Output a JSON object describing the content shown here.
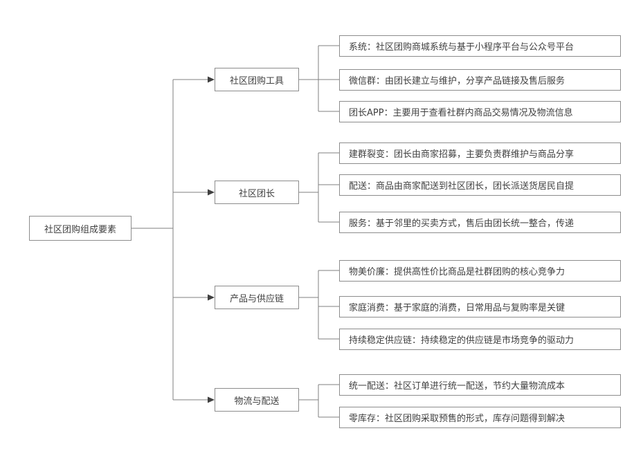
{
  "diagram": {
    "type": "mindmap-tree",
    "root": {
      "label": "社区团购组成要素"
    },
    "branches": [
      {
        "label": "社区团购工具",
        "children": [
          {
            "text": "系统：社区团购商城系统与基于小程序平台与公众号平台"
          },
          {
            "text": "微信群：由团长建立与维护，分享产品链接及售后服务"
          },
          {
            "text": "团长APP：主要用于查看社群内商品交易情况及物流信息"
          }
        ]
      },
      {
        "label": "社区团长",
        "children": [
          {
            "text": "建群裂变：团长由商家招募，主要负责群维护与商品分享"
          },
          {
            "text": "配送：商品由商家配送到社区团长，团长派送货居民自提"
          },
          {
            "text": "服务：基于邻里的买卖方式，售后由团长统一整合，传递"
          }
        ]
      },
      {
        "label": "产品与供应链",
        "children": [
          {
            "text": "物美价廉：提供高性价比商品是社群团购的核心竞争力"
          },
          {
            "text": "家庭消费：基于家庭的消费，日常用品与复购率是关键"
          },
          {
            "text": "持续稳定供应链：持续稳定的供应链是市场竞争的驱动力"
          }
        ]
      },
      {
        "label": "物流与配送",
        "children": [
          {
            "text": "统一配送：社区订单进行统一配送，节约大量物流成本"
          },
          {
            "text": "零库存：社区团购采取预售的形式，库存问题得到解决"
          }
        ]
      }
    ],
    "colors": {
      "line": "#7f7f7f",
      "arrow": "#404040",
      "border": "#8c8c8c",
      "text": "#404040",
      "background": "#ffffff"
    }
  }
}
